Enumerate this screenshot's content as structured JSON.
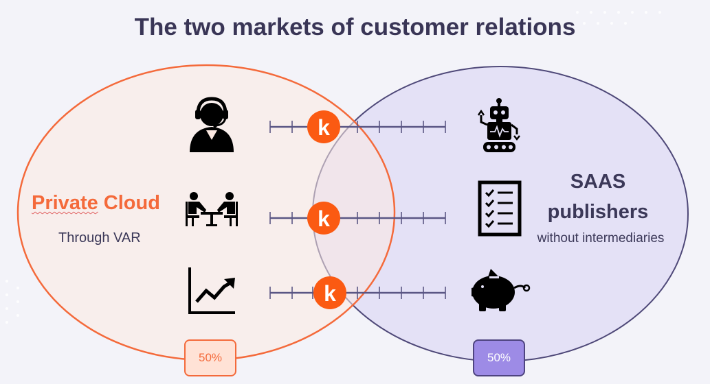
{
  "title": "The two markets of customer relations",
  "left_market": {
    "heading_word1": "Private",
    "heading_word2": "Cloud",
    "subtitle": "Through VAR",
    "share": "50%"
  },
  "right_market": {
    "heading_line1": "SAAS",
    "heading_line2": "publishers",
    "subtitle": "without intermediaries",
    "share": "50%"
  },
  "connectors": [
    {
      "left_icon": "customer-support-agent-icon",
      "right_icon": "robot-icon",
      "badge_letter": "k"
    },
    {
      "left_icon": "meeting-table-icon",
      "right_icon": "checklist-icon",
      "badge_letter": "k"
    },
    {
      "left_icon": "growth-chart-icon",
      "right_icon": "piggy-bank-icon",
      "badge_letter": "k"
    }
  ],
  "colors": {
    "background": "#f3f3f9",
    "left_accent": "#f46a3b",
    "right_fill": "#e4e1f6",
    "right_outline": "#4e4878",
    "text_dark": "#393556"
  }
}
